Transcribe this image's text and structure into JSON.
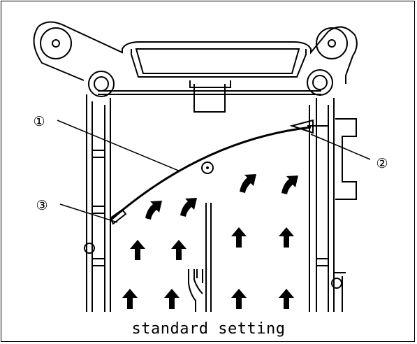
{
  "caption": "standard setting",
  "callouts": [
    {
      "id": "1",
      "label": "①"
    },
    {
      "id": "2",
      "label": "②"
    },
    {
      "id": "3",
      "label": "③"
    }
  ],
  "colors": {
    "line": "#000000",
    "background": "#ffffff"
  },
  "icons": [
    "straight-up-arrow-icon",
    "curved-arrow-icon",
    "circle-mark-icon"
  ]
}
